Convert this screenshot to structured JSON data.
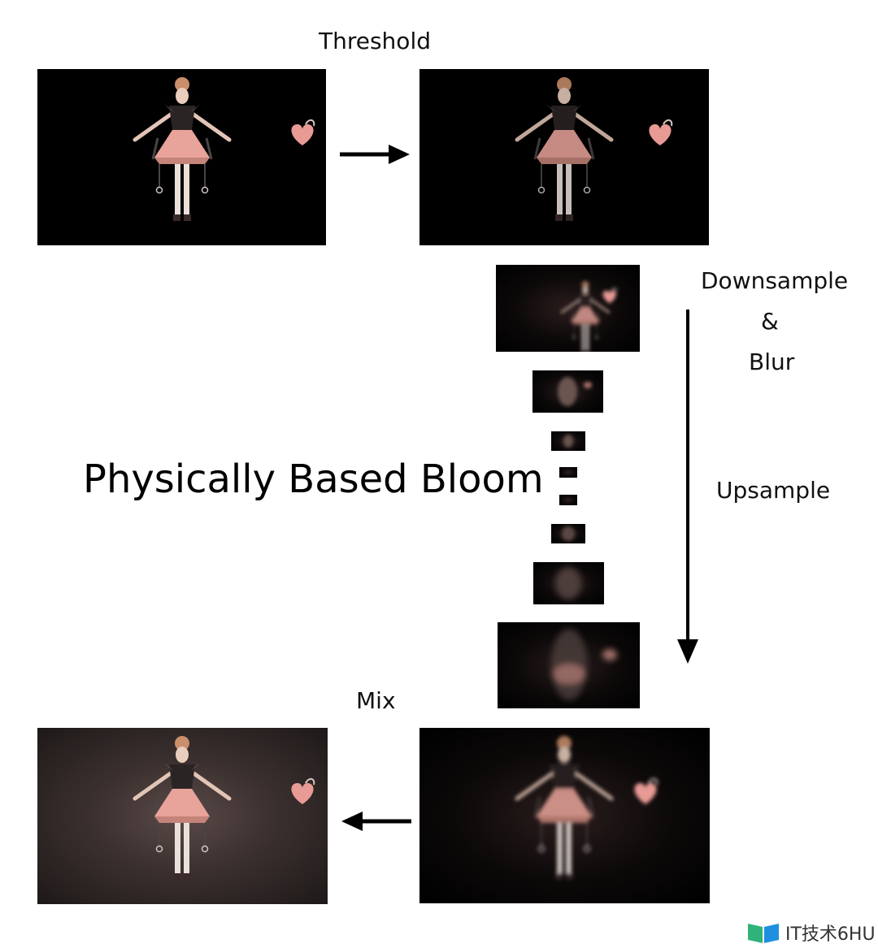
{
  "labels": {
    "threshold": "Threshold",
    "downsample": "Downsample",
    "ampersand": "&",
    "blur": "Blur",
    "upsample": "Upsample",
    "mix": "Mix",
    "title": "Physically Based Bloom"
  },
  "watermark": {
    "text": "IT技术6HU",
    "icon": "book-logo-icon"
  },
  "colors": {
    "background": "#ffffff",
    "frame": "#000000",
    "skirt": "#e8a49a",
    "heart": "#e89a94",
    "arrow": "#000000"
  }
}
